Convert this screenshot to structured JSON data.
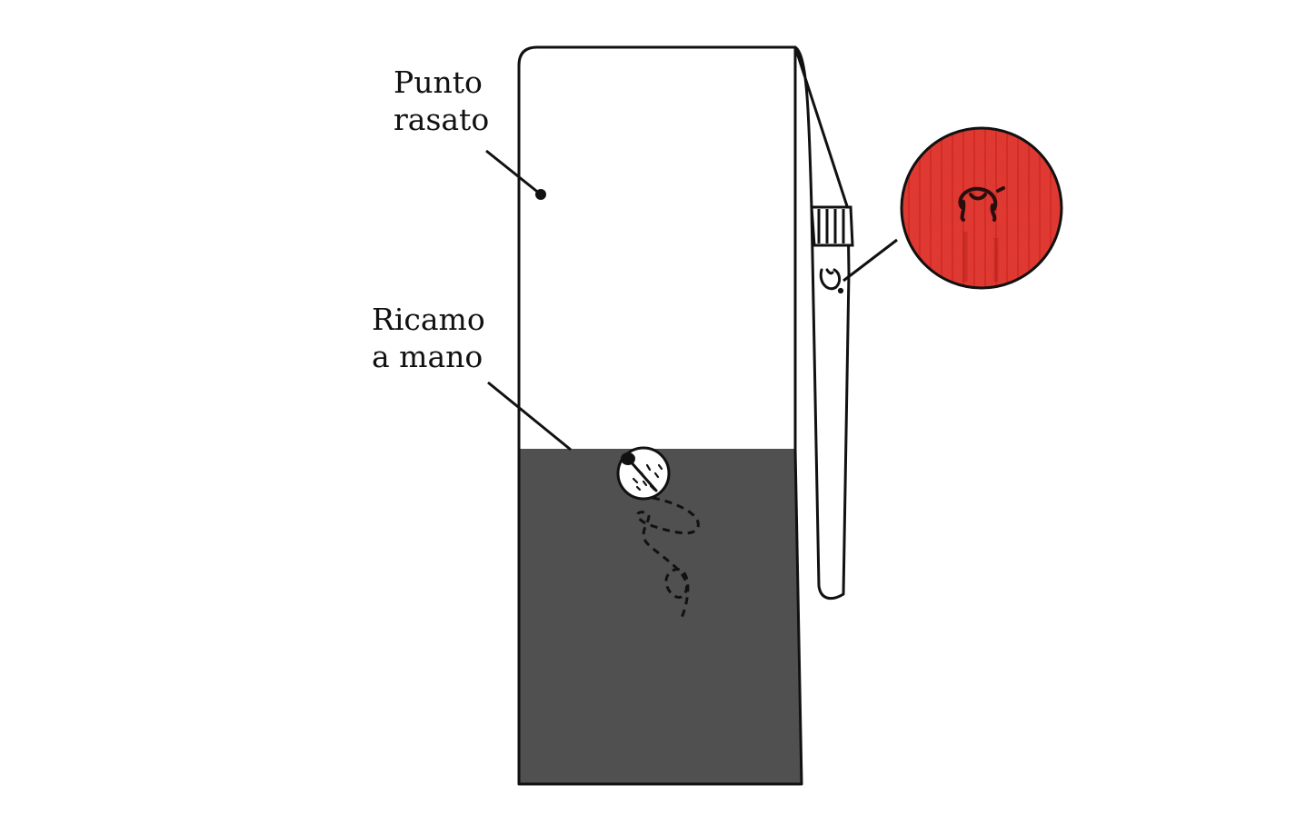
{
  "labels": {
    "punto_rasato": [
      "Punto",
      "rasato"
    ],
    "ricamo_a_mano": [
      "Ricamo",
      "a mano"
    ]
  },
  "icons": {
    "emblem": "horseshoe-ram-emblem-icon",
    "needle_ball": "needle-ball-icon",
    "detail_photo": "knit-detail-magnifier-icon"
  },
  "colors": {
    "outline": "#111111",
    "fabric_top": "#ffffff",
    "fabric_bottom": "#505050",
    "detail_red": "#e8382f"
  }
}
